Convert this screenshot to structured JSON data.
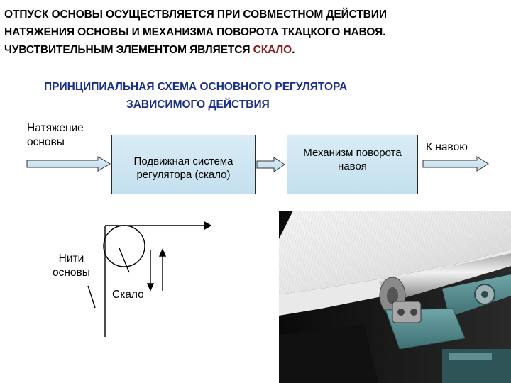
{
  "intro": {
    "line1": "ОТПУСК ОСНОВЫ ОСУЩЕСТВЛЯЕТСЯ ПРИ СОВМЕСТНОМ ДЕЙСТВИИ",
    "line2": "НАТЯЖЕНИЯ ОСНОВЫ И МЕХАНИЗМА ПОВОРОТА ТКАЦКОГО НАВОЯ.",
    "line3_prefix": "ЧУВСТВИТЕЛЬНЫМ ЭЛЕМЕНТОМ ЯВЛЯЕТСЯ ",
    "line3_highlight": "СКАЛО",
    "line3_suffix": "."
  },
  "scheme": {
    "title_line1": "ПРИНЦИПИАЛЬНАЯ СХЕМА ОСНОВНОГО РЕГУЛЯТОРА",
    "title_line2": "ЗАВИСИМОГО ДЕЙСТВИЯ",
    "input_label": [
      "Натяжение",
      "основы"
    ],
    "box1": [
      "Подвижная система",
      "регулятора (скало)"
    ],
    "box2": [
      "Механизм поворота",
      "навоя"
    ],
    "output_label": "К навою"
  },
  "sketch": {
    "threads_label": [
      "Нити",
      "основы"
    ],
    "roller_label": "Скало"
  },
  "colors": {
    "accent": "#8b1a1a",
    "title": "#1a2f8a",
    "box_fill": "#cfe6f2",
    "arrow_fill": "#c9e3f1"
  }
}
